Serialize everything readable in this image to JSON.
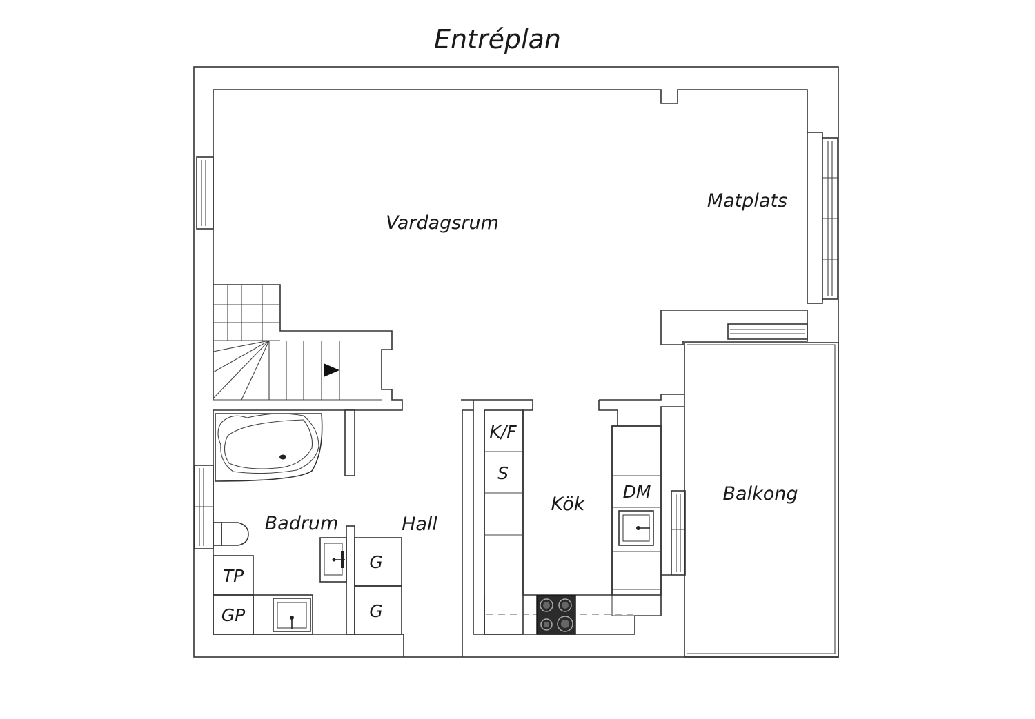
{
  "plan": {
    "title": "Entréplan",
    "rooms": {
      "living": "Vardagsrum",
      "dining": "Matplats",
      "bathroom": "Badrum",
      "hall": "Hall",
      "kitchen": "Kök",
      "balcony": "Balkong"
    },
    "fixtures": {
      "fridge_freezer": "K/F",
      "storage": "S",
      "dishwasher": "DM",
      "wardrobe_1": "G",
      "wardrobe_2": "G",
      "dryer": "TP",
      "washer": "GP"
    }
  }
}
